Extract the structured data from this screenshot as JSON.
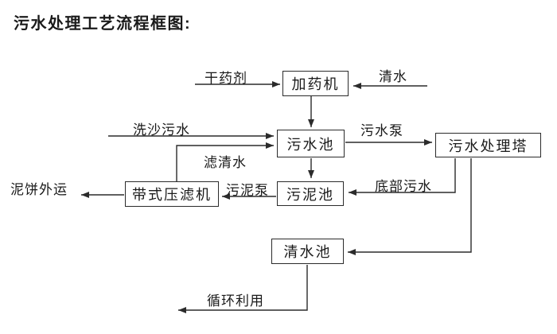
{
  "title": "污水处理工艺流程框图:",
  "colors": {
    "ink": "#2b2b2b",
    "background": "#ffffff"
  },
  "nodes": [
    {
      "id": "dosing-machine",
      "label": "加药机"
    },
    {
      "id": "sewage-pool",
      "label": "污水池"
    },
    {
      "id": "sewage-treatment-tower",
      "label": "污水处理塔"
    },
    {
      "id": "sludge-pool",
      "label": "污泥池"
    },
    {
      "id": "belt-filter-press",
      "label": "带式压滤机"
    },
    {
      "id": "clear-water-pool",
      "label": "清水池"
    }
  ],
  "edge_labels": [
    {
      "id": "dry-agent",
      "text": "干药剂"
    },
    {
      "id": "clear-water",
      "text": "清水"
    },
    {
      "id": "sand-washing-sewage",
      "text": "洗沙污水"
    },
    {
      "id": "sewage-pump",
      "text": "污水泵"
    },
    {
      "id": "filtered-water",
      "text": "滤清水"
    },
    {
      "id": "sludge-pump",
      "text": "污泥泵"
    },
    {
      "id": "bottom-sewage",
      "text": "底部污水"
    },
    {
      "id": "mud-cake-outbound",
      "text": "泥饼外运"
    },
    {
      "id": "recycling",
      "text": "循环利用"
    }
  ]
}
